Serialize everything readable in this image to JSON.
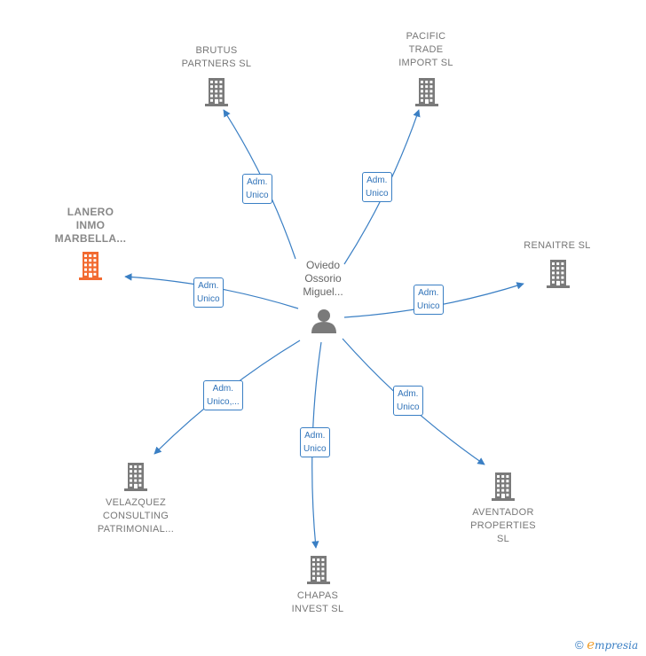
{
  "center": {
    "name": "Oviedo\nOssorio\nMiguel..."
  },
  "nodes": [
    {
      "id": "brutus",
      "label": "BRUTUS\nPARTNERS  SL",
      "highlight": false
    },
    {
      "id": "pacific",
      "label": "PACIFIC\nTRADE\nIMPORT  SL",
      "highlight": false
    },
    {
      "id": "lanero",
      "label": "LANERO\nINMO\nMARBELLA...",
      "highlight": true
    },
    {
      "id": "renaitre",
      "label": "RENAITRE  SL",
      "highlight": false
    },
    {
      "id": "velazquez",
      "label": "VELAZQUEZ\nCONSULTING\nPATRIMONIAL...",
      "highlight": false
    },
    {
      "id": "aventador",
      "label": "AVENTADOR\nPROPERTIES\nSL",
      "highlight": false
    },
    {
      "id": "chapas",
      "label": "CHAPAS\nINVEST SL",
      "highlight": false
    }
  ],
  "edges": [
    {
      "to": "brutus",
      "label": "Adm.\nUnico"
    },
    {
      "to": "pacific",
      "label": "Adm.\nUnico"
    },
    {
      "to": "lanero",
      "label": "Adm.\nUnico"
    },
    {
      "to": "renaitre",
      "label": "Adm.\nUnico"
    },
    {
      "to": "velazquez",
      "label": "Adm.\nUnico,..."
    },
    {
      "to": "aventador",
      "label": "Adm.\nUnico"
    },
    {
      "to": "chapas",
      "label": "Adm.\nUnico"
    }
  ],
  "colors": {
    "edge": "#3a7fc4",
    "building": "#7a7a7a",
    "highlight": "#f26a30",
    "person": "#7a7a7a"
  },
  "footer": {
    "copyright": "©",
    "brand_e": "e",
    "brand_rest": "mpresia"
  }
}
